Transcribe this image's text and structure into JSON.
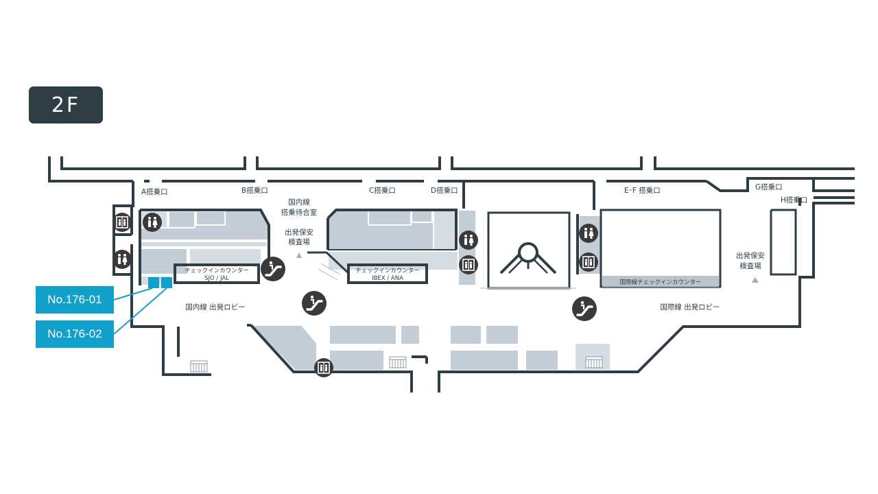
{
  "floor": {
    "label": "2F"
  },
  "colors": {
    "wall": "#2f3d44",
    "area": "#c5ced6",
    "area_light": "#d5dde3",
    "counter": "#b9c4cc",
    "accent": "#11a0c9",
    "icon_bg": "#3a3a3a"
  },
  "gates": {
    "a": "A搭乗口",
    "b": "B搭乗口",
    "c": "C搭乗口",
    "d": "D搭乗口",
    "ef": "E･F 搭乗口",
    "g": "G搭乗口",
    "h": "H搭乗口"
  },
  "labels": {
    "domestic_waiting_1": "国内線",
    "domestic_waiting_2": "搭乗待合室",
    "security_1_line1": "出発保安",
    "security_1_line2": "検査場",
    "security_2_line1": "出発保安",
    "security_2_line2": "検査場",
    "checkin_sjo_line1": "チェックインカウンター",
    "checkin_sjo_line2": "SJO / JAL",
    "checkin_ibex_line1": "チェックインカウンター",
    "checkin_ibex_line2": "IBEX / ANA",
    "intl_checkin": "国際線チェックインカウンター",
    "domestic_lobby": "国内線 出発ロビー",
    "intl_lobby": "国際線 出発ロビー"
  },
  "callouts": [
    {
      "label": "No.176-01"
    },
    {
      "label": "No.176-02"
    }
  ],
  "icons": [
    "elevator-icon",
    "restroom-icon",
    "escalator-icon"
  ]
}
